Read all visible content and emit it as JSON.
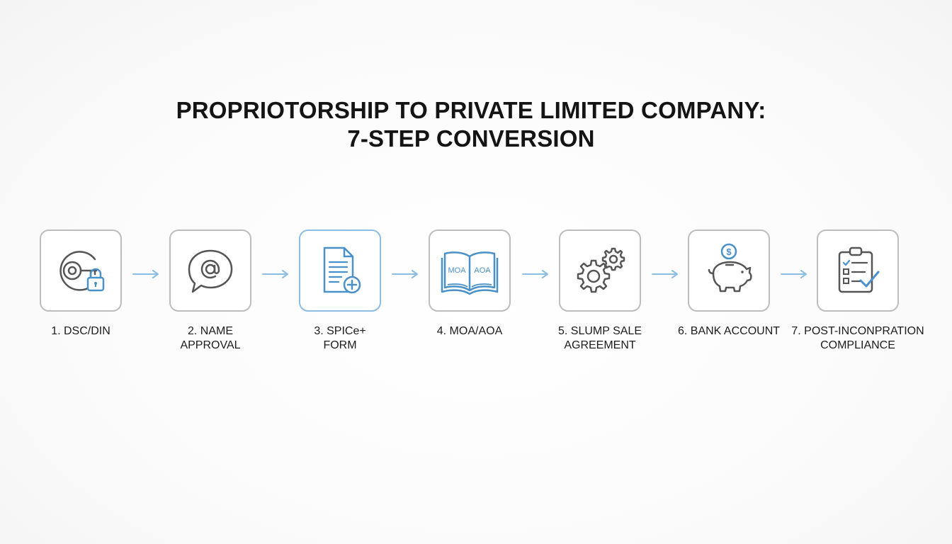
{
  "title": {
    "line1": "PROPRIOTORSHIP TO PRIVATE LIMITED COMPANY:",
    "line2": "7-STEP CONVERSION"
  },
  "colors": {
    "icon_gray": "#555555",
    "accent_blue": "#4a90c9",
    "arrow_blue": "#8cbde3",
    "box_border": "#bdbdbd",
    "active_border": "#8cbde3"
  },
  "steps": [
    {
      "label": "1. DSC/DIN",
      "icon": "key-lock-icon"
    },
    {
      "label": "2. NAME\nAPPROVAL",
      "icon": "at-sign-speech-bubble-icon"
    },
    {
      "label": "3. SPICe+\nFORM",
      "icon": "document-add-icon",
      "highlighted": true
    },
    {
      "label": "4. MOA/AOA",
      "icon": "open-book-icon",
      "book_left": "MOA",
      "book_right": "AOA"
    },
    {
      "label": "5. SLUMP SALE\nAGREEMENT",
      "icon": "gears-icon"
    },
    {
      "label": "6. BANK ACCOUNT",
      "icon": "piggy-bank-icon",
      "coin_symbol": "$"
    },
    {
      "label": "7. POST-INCONPRATION\nCOMPLIANCE",
      "icon": "clipboard-checklist-icon"
    }
  ]
}
